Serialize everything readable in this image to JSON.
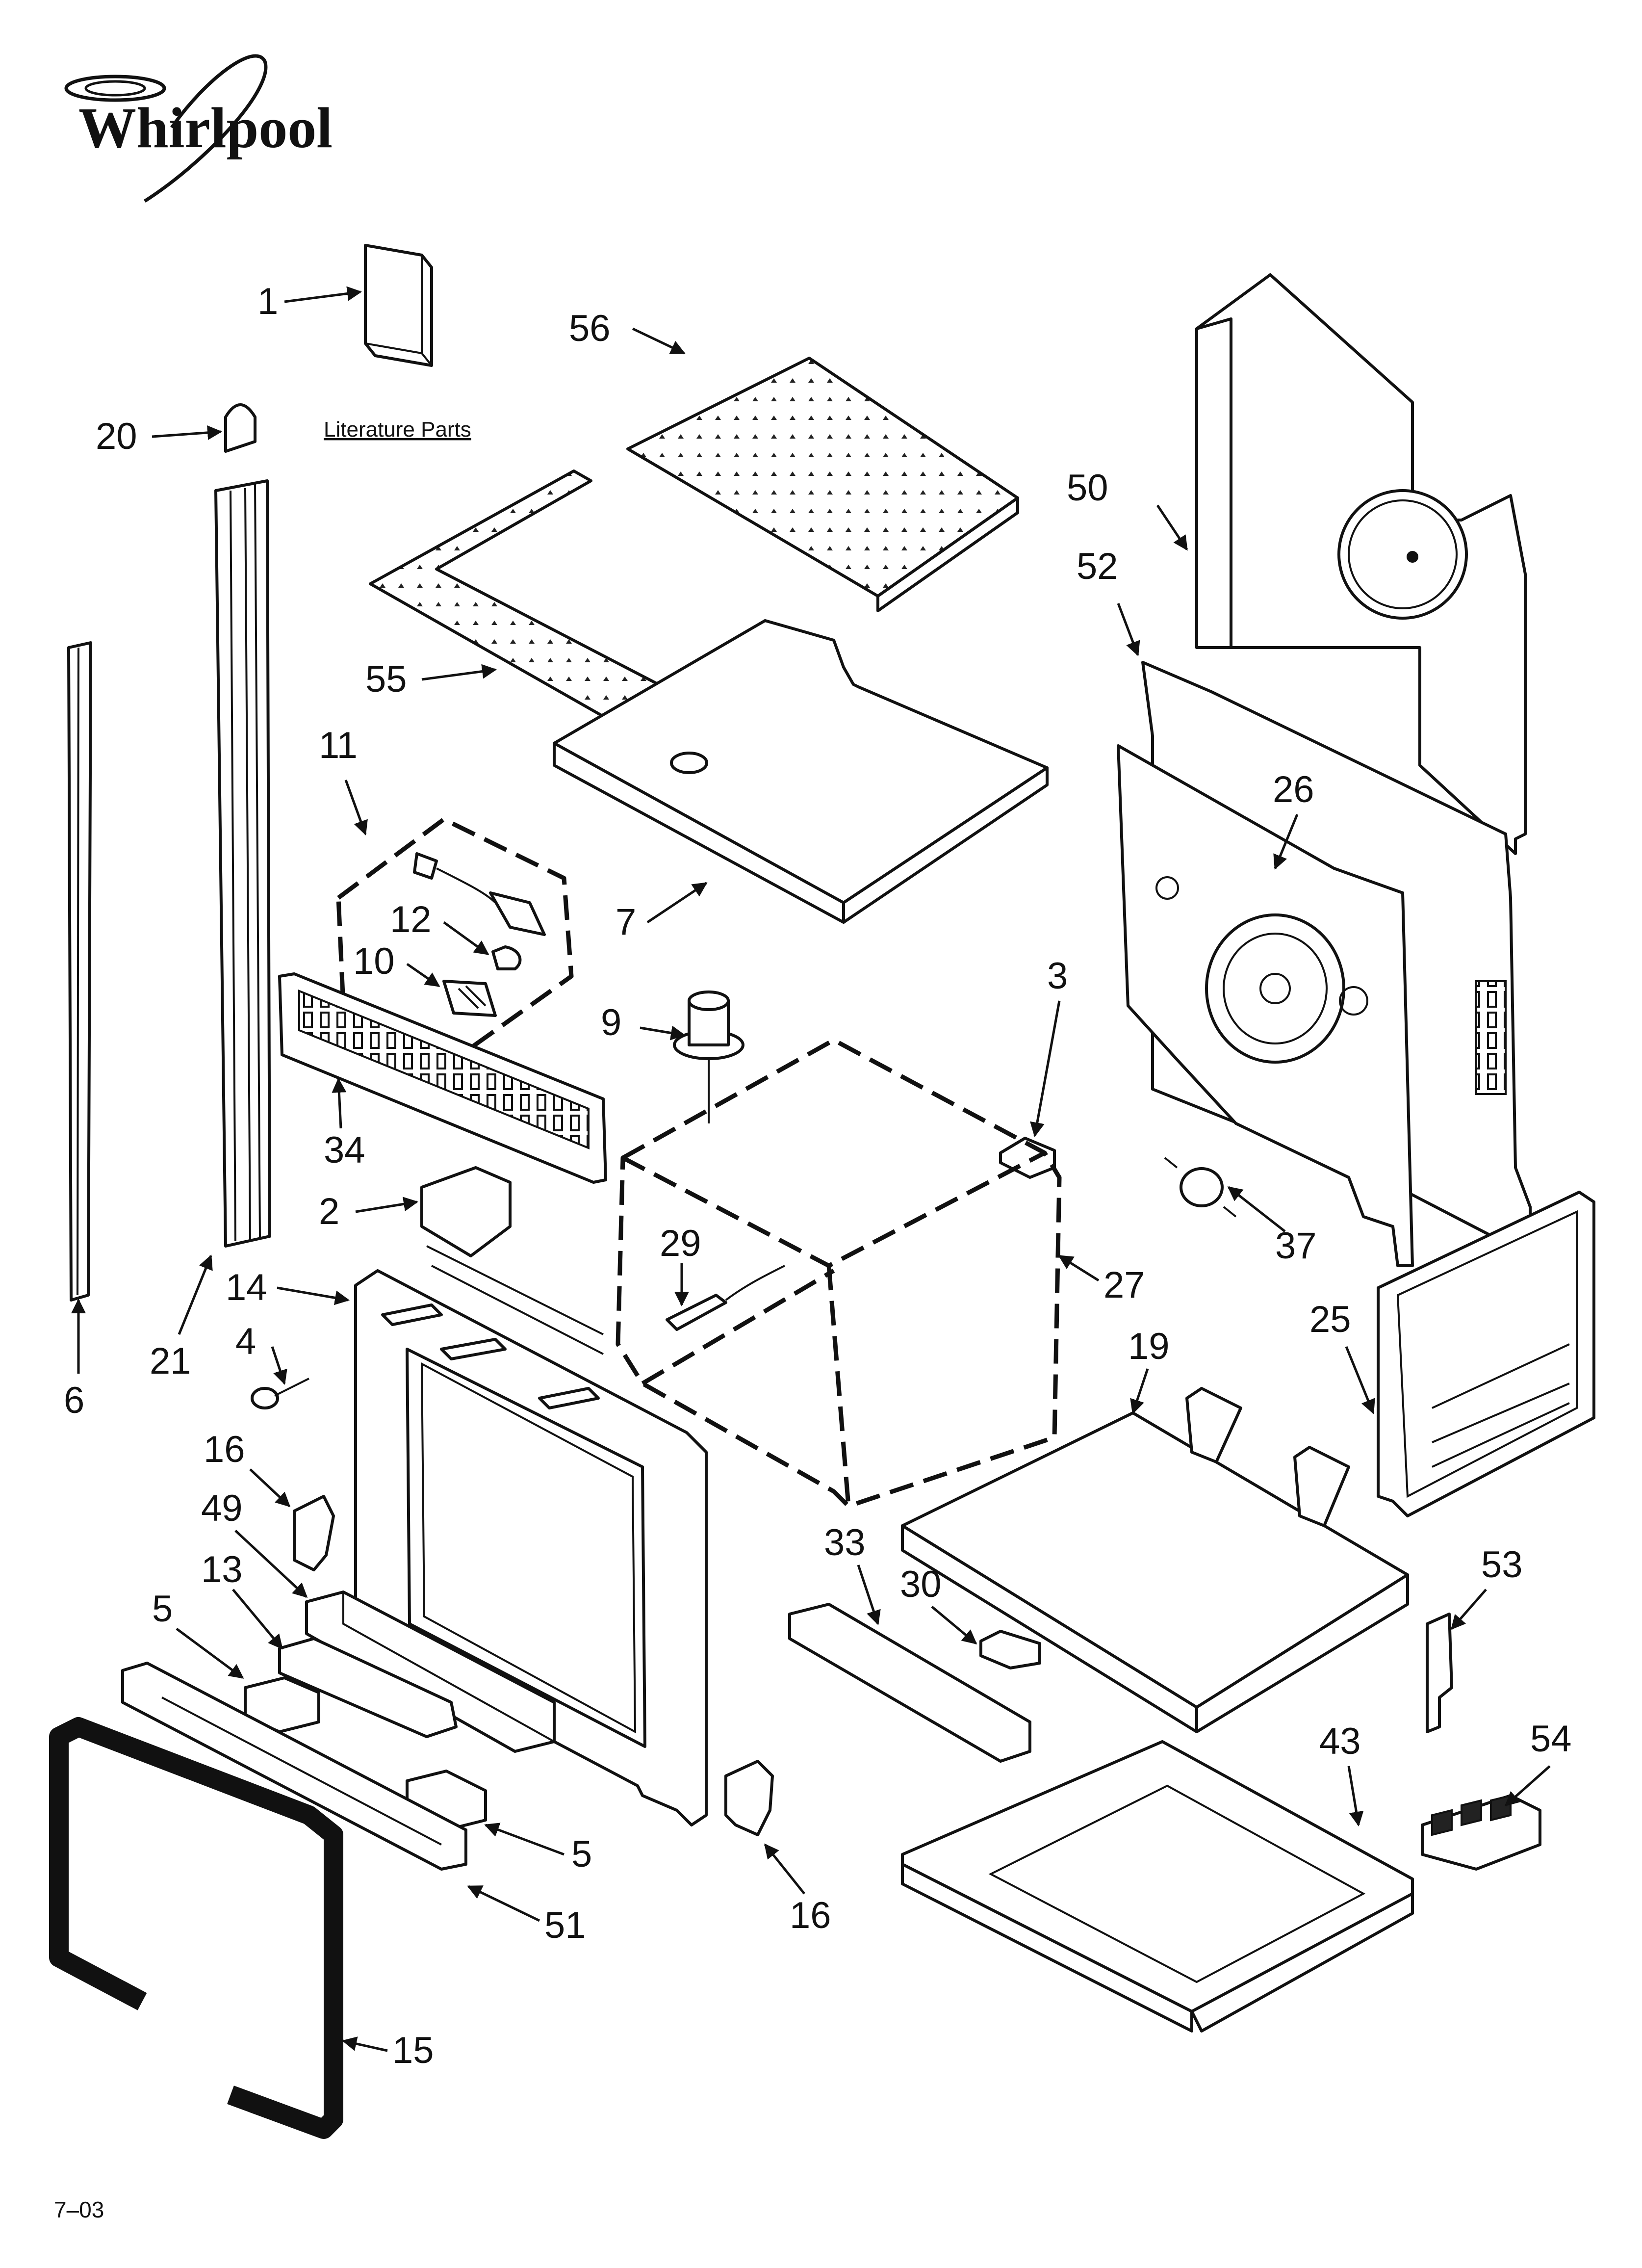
{
  "brand": {
    "name": "Whirlpool"
  },
  "literature_label": "Literature Parts",
  "date_code": "7–03",
  "callouts": {
    "p1": "1",
    "p2": "2",
    "p3": "3",
    "p4": "4",
    "p5a": "5",
    "p5b": "5",
    "p6": "6",
    "p7": "7",
    "p9": "9",
    "p10": "10",
    "p11": "11",
    "p12": "12",
    "p13": "13",
    "p14": "14",
    "p15": "15",
    "p16a": "16",
    "p16b": "16",
    "p19": "19",
    "p20": "20",
    "p21": "21",
    "p25": "25",
    "p26": "26",
    "p27": "27",
    "p29": "29",
    "p30": "30",
    "p33": "33",
    "p34": "34",
    "p37": "37",
    "p43": "43",
    "p49": "49",
    "p50": "50",
    "p51": "51",
    "p52": "52",
    "p53": "53",
    "p54": "54",
    "p55": "55",
    "p56": "56"
  }
}
